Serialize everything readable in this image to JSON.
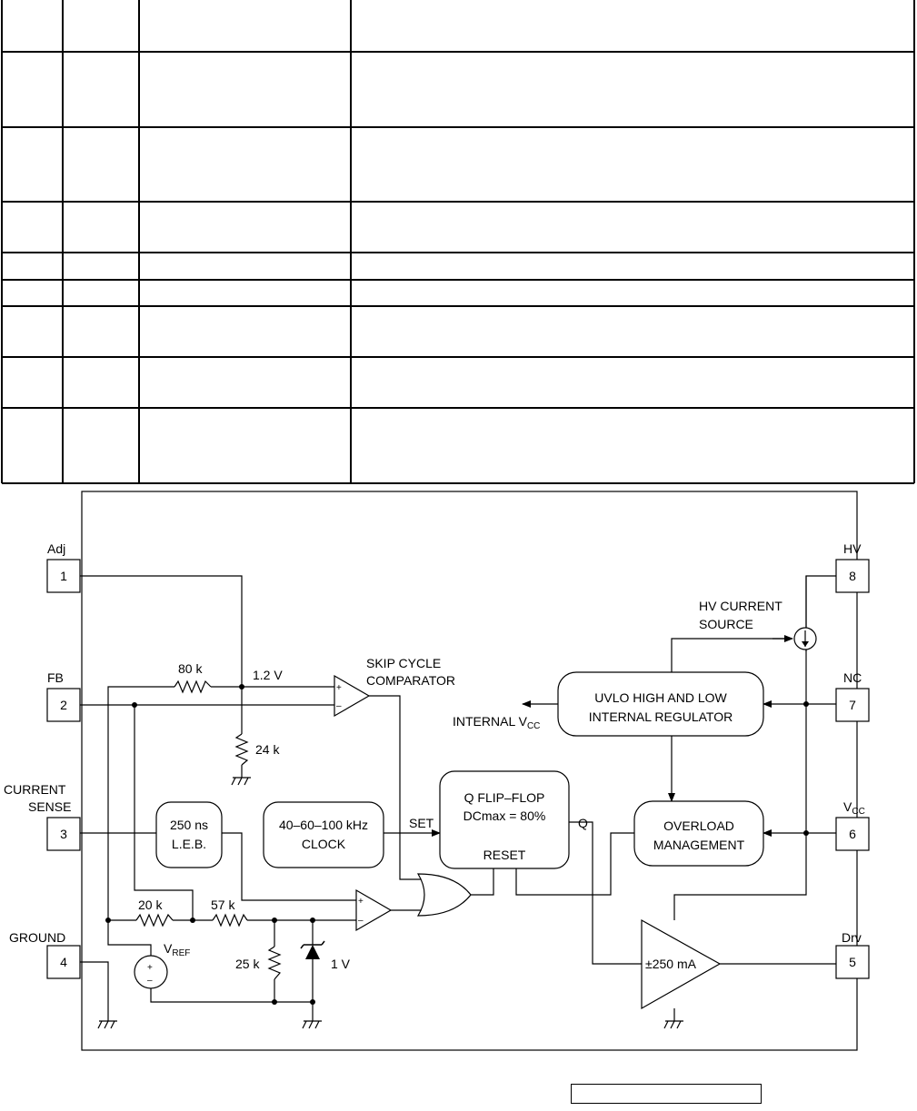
{
  "pins": [
    {
      "number": "1",
      "name": "Adj"
    },
    {
      "number": "2",
      "name": "FB"
    },
    {
      "number": "3",
      "name": "CURRENT SENSE"
    },
    {
      "number": "4",
      "name": "GROUND"
    },
    {
      "number": "5",
      "name": "Drv"
    },
    {
      "number": "6",
      "name": "V",
      "name_sub": "CC"
    },
    {
      "number": "7",
      "name": "NC"
    },
    {
      "number": "8",
      "name": "HV"
    }
  ],
  "blocks": {
    "leb": [
      "250 ns",
      "L.E.B."
    ],
    "clock": [
      "40–60–100 kHz",
      "CLOCK"
    ],
    "flipflop": [
      "Q FLIP–FLOP",
      "DCmax = 80%",
      "RESET"
    ],
    "uvlo": [
      "UVLO HIGH AND LOW",
      "INTERNAL REGULATOR"
    ],
    "overload": [
      "OVERLOAD",
      "MANAGEMENT"
    ],
    "driver": "±250 mA"
  },
  "labels": {
    "skip_comparator": [
      "SKIP CYCLE",
      "COMPARATOR"
    ],
    "hv_source": [
      "HV CURRENT",
      "SOURCE"
    ],
    "internal_vcc": "INTERNAL V",
    "internal_vcc_sub": "CC",
    "set": "SET",
    "q": "Q",
    "vref": "V",
    "vref_sub": "REF",
    "r80k": "80 k",
    "r24k": "24 k",
    "r20k": "20 k",
    "r57k": "57 k",
    "r25k": "25 k",
    "v1_2": "1.2 V",
    "v1": "1 V",
    "plus": "+",
    "minus": "–"
  }
}
